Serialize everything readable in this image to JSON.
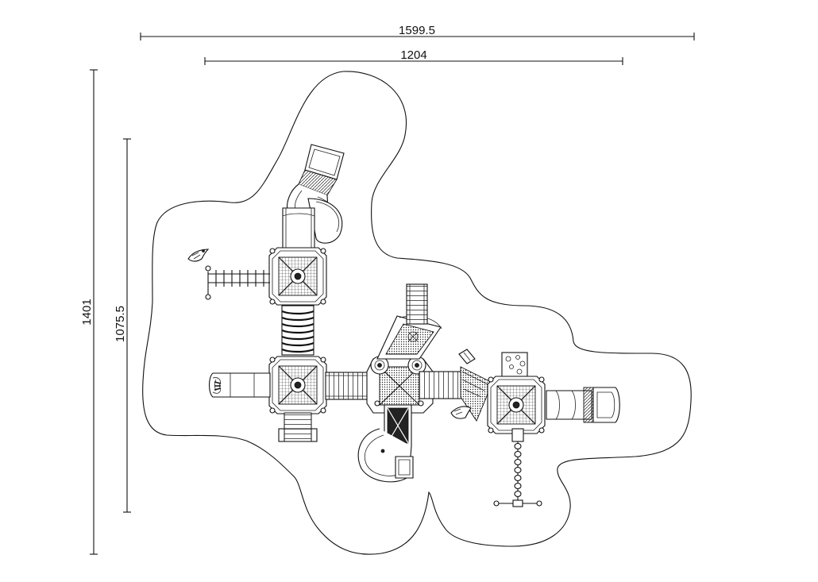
{
  "dimensions": {
    "overall_width": "1599.5",
    "inner_width": "1204",
    "overall_height": "1401",
    "inner_height": "1075.5"
  }
}
